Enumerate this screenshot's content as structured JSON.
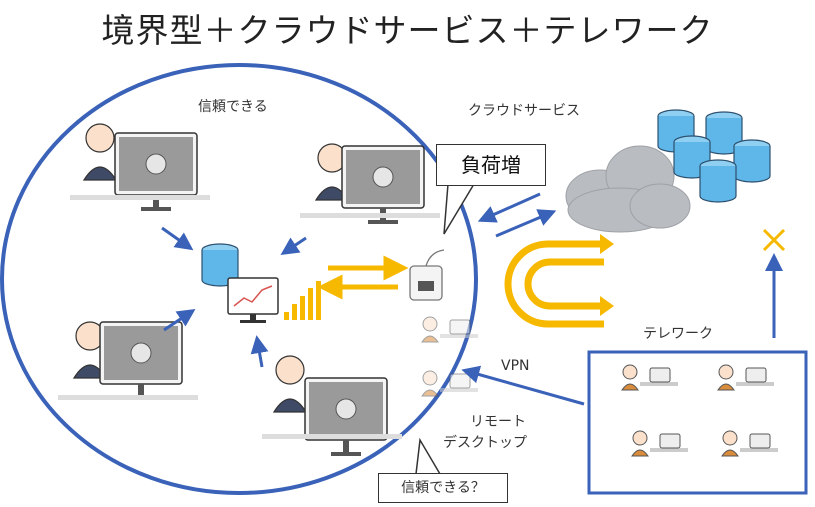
{
  "title": "境界型＋クラウドサービス＋テレワーク",
  "labels": {
    "trusted": "信頼できる",
    "cloud_service": "クラウドサービス",
    "load_increase": "負荷増",
    "vpn": "VPN",
    "remote_line1": "リモート",
    "remote_line2": "デスクトップ",
    "trusted_question": "信頼できる？",
    "telework": "テレワーク"
  },
  "colors": {
    "perimeter": "#3a62b8",
    "arrow_blue": "#3a62b8",
    "arrow_yellow": "#f7b800",
    "database": "#5fb6e8",
    "cloud": "#b9bcc0",
    "block_x": "#f7b800"
  },
  "icons": {
    "database": "database-icon",
    "cloud": "cloud-icon",
    "router": "router-icon",
    "chart": "chart-monitor-icon",
    "block": "x-mark-icon"
  }
}
